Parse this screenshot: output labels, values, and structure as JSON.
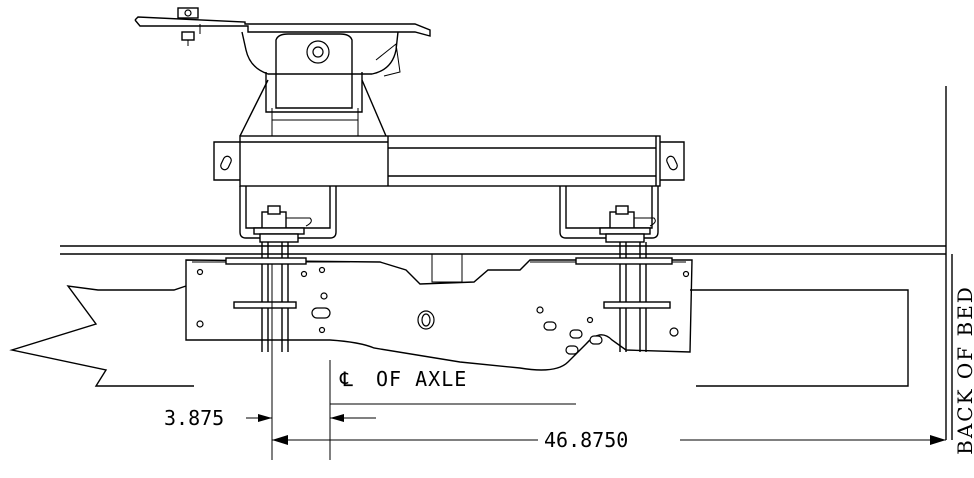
{
  "labels": {
    "centerline_symbol": "℄",
    "centerline_text": "OF AXLE",
    "back_of_bed": "BACK OF BED"
  },
  "dimensions": {
    "offset": "3.875",
    "overall": "46.8750"
  }
}
